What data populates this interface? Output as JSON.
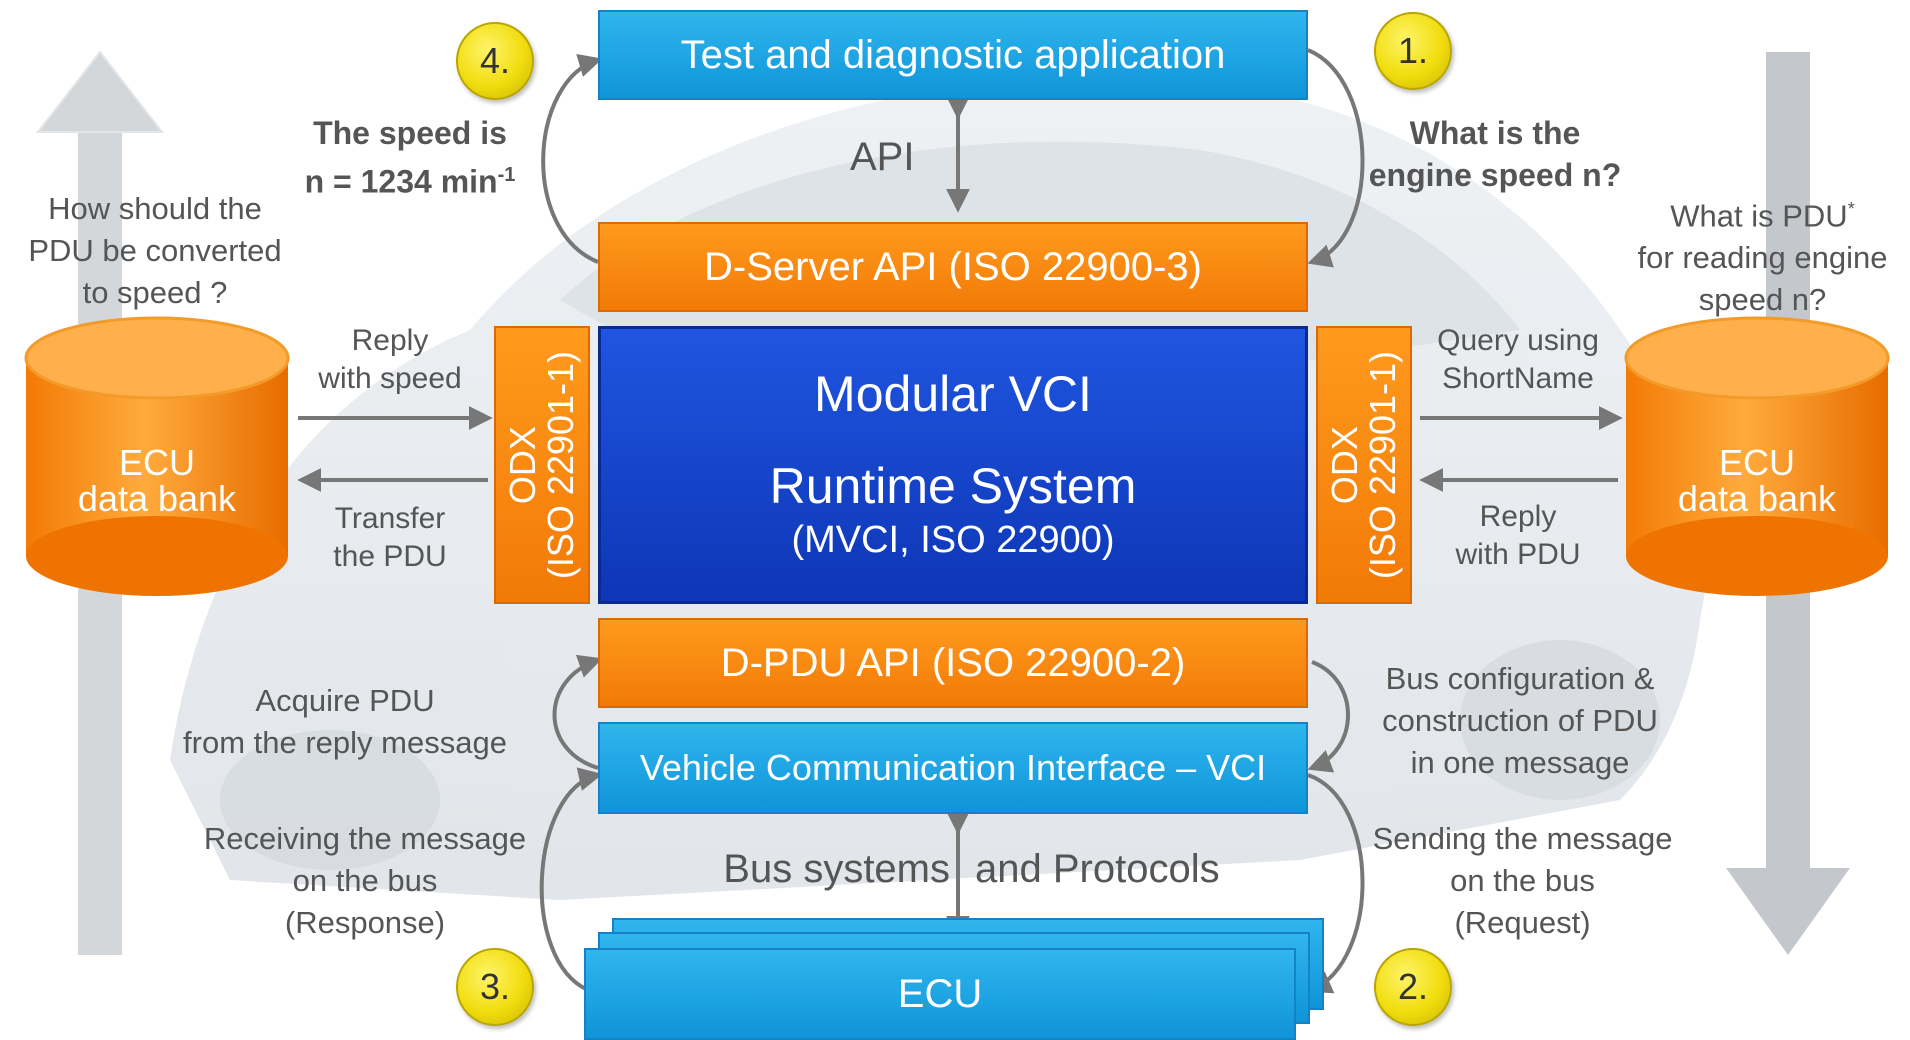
{
  "boxes": {
    "test_app": "Test and diagnostic application",
    "d_server": "D-Server API (ISO 22900-3)",
    "core_title": "Modular VCI",
    "core_sub1": "Runtime System",
    "core_sub2": "(MVCI, ISO 22900)",
    "d_pdu": "D-PDU API (ISO 22900-2)",
    "vci": "Vehicle Communication Interface – VCI",
    "ecu": "ECU",
    "odx_line1": "ODX",
    "odx_line2": "(ISO 22901-1)"
  },
  "badges": [
    "1.",
    "2.",
    "3.",
    "4."
  ],
  "labels": {
    "api": "API",
    "speed_line1": "The speed is",
    "speed_line2": "n = 1234 min",
    "speed_sup": "-1",
    "question_line1": "What is the",
    "question_line2": "engine speed n?",
    "convert_line1": "How should the",
    "convert_line2": "PDU be converted",
    "convert_line3": "to speed ?",
    "pdu_q_line1": "What is PDU",
    "pdu_q_sup": "*",
    "pdu_q_line2": "for reading engine",
    "pdu_q_line3": "speed n?",
    "reply_speed_line1": "Reply",
    "reply_speed_line2": "with speed",
    "transfer_line1": "Transfer",
    "transfer_line2": "the PDU",
    "query_line1": "Query using",
    "query_line2": "ShortName",
    "reply_pdu_line1": "Reply",
    "reply_pdu_line2": "with PDU",
    "acquire_line1": "Acquire PDU",
    "acquire_line2": "from the reply message",
    "busconf_line1": "Bus configuration &",
    "busconf_line2": "construction of PDU",
    "busconf_line3": "in one message",
    "receiving_line1": "Receiving the message",
    "receiving_line2": "on the bus",
    "receiving_line3": "(Response)",
    "sending_line1": "Sending the message",
    "sending_line2": "on the bus",
    "sending_line3": "(Request)",
    "bus_systems": "Bus systems",
    "and_protocols": "and Protocols"
  },
  "databanks": {
    "left_line1": "ECU",
    "left_line2": "data bank",
    "right_line1": "ECU",
    "right_line2": "data bank"
  },
  "colors": {
    "blue_box": "#1aa3e3",
    "orange_box": "#f78a10",
    "core_blue": "#1545cc",
    "badge_yellow": "#f1dd0e",
    "arrow_gray": "#777777"
  }
}
